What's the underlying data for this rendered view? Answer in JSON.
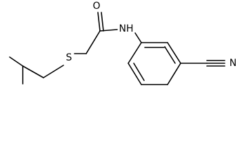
{
  "molecule": {
    "atoms": {
      "oxygen": "O",
      "nitrogen_amide": "NH",
      "sulfur": "S",
      "nitrogen_nitrile": "N"
    },
    "colors": {
      "bond": "#000000",
      "label": "#000000",
      "background": "#ffffff"
    }
  }
}
